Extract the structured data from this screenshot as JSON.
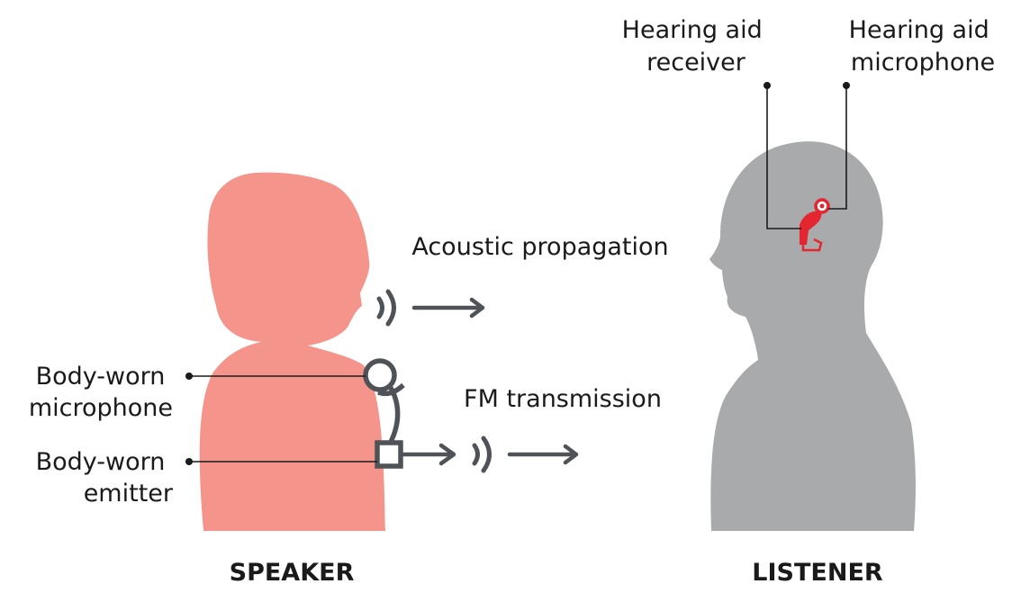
{
  "labels": {
    "hearing_aid_receiver": [
      "Hearing aid",
      "receiver"
    ],
    "hearing_aid_microphone": [
      "Hearing aid",
      "microphone"
    ],
    "acoustic_propagation": "Acoustic propagation",
    "fm_transmission": "FM transmission",
    "body_worn_microphone": [
      "Body-worn",
      "microphone"
    ],
    "body_worn_emitter": [
      "Body-worn",
      "emitter"
    ]
  },
  "captions": {
    "speaker": "SPEAKER",
    "listener": "LISTENER"
  },
  "colors": {
    "speaker_silhouette": "#f4948a",
    "listener_silhouette": "#a8aaab",
    "hearing_aid": "#e3262f",
    "device_stroke": "#4f5358",
    "text": "#1a1a1a"
  }
}
